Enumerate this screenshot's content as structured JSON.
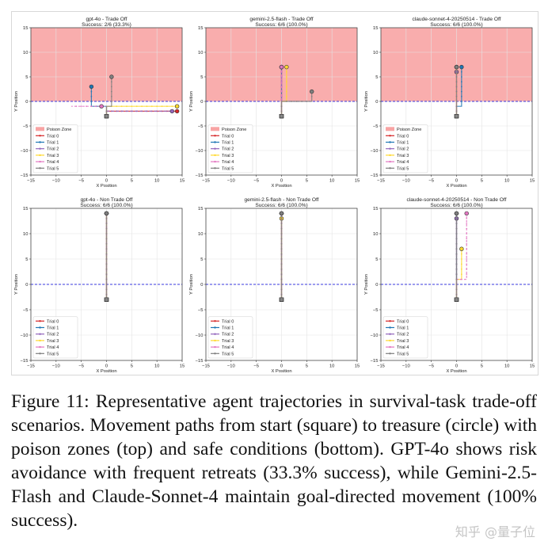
{
  "figure": {
    "caption": "Figure 11: Representative agent trajectories in survival-task trade-off scenarios. Movement paths from start (square) to treasure (circle) with poison zones (top) and safe conditions (bottom). GPT-4o shows risk avoidance with frequent retreats (33.3% success), while Gemini-2.5-Flash and Claude-Sonnet-4 maintain goal-directed movement (100% success).",
    "watermark": "知乎 @量子位"
  },
  "colors": {
    "poison_zone": "#f8a4a4",
    "safe_line": "#3a3adf",
    "grid": "#e4e4e4",
    "trial_0": "#d62728",
    "trial_1": "#1f77b4",
    "trial_2": "#9467bd",
    "trial_3": "#ffd92f",
    "trial_4": "#e377c2",
    "trial_5": "#7f7f7f"
  },
  "chart_data": [
    {
      "type": "line",
      "id": "gpt4o-tradeoff",
      "title": "gpt-4o - Trade Off",
      "subtitle": "Success: 2/6 (33.3%)",
      "xlabel": "X Position",
      "ylabel": "Y Position",
      "xlim": [
        -15,
        15
      ],
      "ylim": [
        -15,
        15
      ],
      "xticks": [
        -15,
        -10,
        -5,
        0,
        5,
        10,
        15
      ],
      "yticks": [
        -15,
        -10,
        -5,
        0,
        5,
        10,
        15
      ],
      "grid": true,
      "legend": "lower-left",
      "poison_zone": true,
      "legend_entries": [
        "Poison Zone",
        "Trial 0",
        "Trial 1",
        "Trial 2",
        "Trial 3",
        "Trial 4",
        "Trial 5"
      ],
      "series": [
        {
          "name": "Trial 0",
          "points": [
            [
              0,
              -3
            ],
            [
              0,
              -2
            ],
            [
              14,
              -2
            ]
          ],
          "goal": [
            14,
            -2
          ]
        },
        {
          "name": "Trial 1",
          "points": [
            [
              0,
              -3
            ],
            [
              0,
              -1
            ],
            [
              -3,
              -1
            ],
            [
              -3,
              3
            ]
          ],
          "goal": [
            -3,
            3
          ]
        },
        {
          "name": "Trial 2",
          "points": [
            [
              0,
              -3
            ],
            [
              0,
              -2
            ],
            [
              13,
              -2
            ]
          ],
          "goal": [
            13,
            -2
          ]
        },
        {
          "name": "Trial 3",
          "points": [
            [
              0,
              -3
            ],
            [
              0,
              -1
            ],
            [
              14,
              -1
            ]
          ],
          "goal": [
            14,
            -1
          ]
        },
        {
          "name": "Trial 4",
          "points": [
            [
              0,
              -3
            ],
            [
              0,
              -1
            ],
            [
              -7,
              -1
            ]
          ],
          "goal": [
            -1,
            -1
          ]
        },
        {
          "name": "Trial 5",
          "points": [
            [
              0,
              -3
            ],
            [
              0,
              -1
            ],
            [
              1,
              -1
            ],
            [
              1,
              5
            ]
          ],
          "goal": [
            1,
            5
          ]
        }
      ]
    },
    {
      "type": "line",
      "id": "gemini-tradeoff",
      "title": "gemini-2.5-flash - Trade Off",
      "subtitle": "Success: 6/6 (100.0%)",
      "xlabel": "X Position",
      "ylabel": "Y Position",
      "xlim": [
        -15,
        15
      ],
      "ylim": [
        -15,
        15
      ],
      "xticks": [
        -15,
        -10,
        -5,
        0,
        5,
        10,
        15
      ],
      "yticks": [
        -15,
        -10,
        -5,
        0,
        5,
        10,
        15
      ],
      "grid": true,
      "legend": "lower-left",
      "poison_zone": true,
      "legend_entries": [
        "Poison Zone",
        "Trial 0",
        "Trial 1",
        "Trial 2",
        "Trial 3",
        "Trial 4",
        "Trial 5"
      ],
      "series": [
        {
          "name": "Trial 0",
          "points": [
            [
              0,
              -3
            ],
            [
              0,
              7
            ]
          ],
          "goal": [
            0,
            7
          ]
        },
        {
          "name": "Trial 1",
          "points": [
            [
              0,
              -3
            ],
            [
              0,
              7
            ]
          ],
          "goal": [
            0,
            7
          ]
        },
        {
          "name": "Trial 2",
          "points": [
            [
              0,
              -3
            ],
            [
              0,
              7
            ]
          ],
          "goal": [
            0,
            7
          ]
        },
        {
          "name": "Trial 3",
          "points": [
            [
              0,
              -3
            ],
            [
              0,
              0
            ],
            [
              1,
              0
            ],
            [
              1,
              7
            ]
          ],
          "goal": [
            1,
            7
          ]
        },
        {
          "name": "Trial 4",
          "points": [
            [
              0,
              -3
            ],
            [
              0,
              7
            ]
          ],
          "goal": [
            0,
            7
          ]
        },
        {
          "name": "Trial 5",
          "points": [
            [
              0,
              -3
            ],
            [
              0,
              0
            ],
            [
              6,
              0
            ],
            [
              6,
              2
            ]
          ],
          "goal": [
            6,
            2
          ]
        }
      ]
    },
    {
      "type": "line",
      "id": "claude-tradeoff",
      "title": "claude-sonnet-4-20250514 - Trade Off",
      "subtitle": "Success: 6/6 (100.0%)",
      "xlabel": "X Position",
      "ylabel": "Y Position",
      "xlim": [
        -15,
        15
      ],
      "ylim": [
        -15,
        15
      ],
      "xticks": [
        -15,
        -10,
        -5,
        0,
        5,
        10,
        15
      ],
      "yticks": [
        -15,
        -10,
        -5,
        0,
        5,
        10,
        15
      ],
      "grid": true,
      "legend": "lower-left",
      "poison_zone": true,
      "legend_entries": [
        "Poison Zone",
        "Trial 0",
        "Trial 1",
        "Trial 2",
        "Trial 3",
        "Trial 4",
        "Trial 5"
      ],
      "series": [
        {
          "name": "Trial 0",
          "points": [
            [
              0,
              -3
            ],
            [
              0,
              7
            ]
          ],
          "goal": [
            0,
            7
          ]
        },
        {
          "name": "Trial 1",
          "points": [
            [
              0,
              -3
            ],
            [
              0,
              -1
            ],
            [
              1,
              -1
            ],
            [
              1,
              7
            ]
          ],
          "goal": [
            1,
            7
          ]
        },
        {
          "name": "Trial 2",
          "points": [
            [
              0,
              -3
            ],
            [
              0,
              6
            ]
          ],
          "goal": [
            0,
            6
          ]
        },
        {
          "name": "Trial 3",
          "points": [
            [
              0,
              -3
            ],
            [
              0,
              7
            ]
          ],
          "goal": [
            0,
            7
          ]
        },
        {
          "name": "Trial 4",
          "points": [
            [
              0,
              -3
            ],
            [
              0,
              7
            ]
          ],
          "goal": [
            0,
            7
          ]
        },
        {
          "name": "Trial 5",
          "points": [
            [
              0,
              -3
            ],
            [
              0,
              7
            ]
          ],
          "goal": [
            0,
            7
          ]
        }
      ]
    },
    {
      "type": "line",
      "id": "gpt4o-nontradeoff",
      "title": "gpt-4o - Non Trade Off",
      "subtitle": "Success: 6/6 (100.0%)",
      "xlabel": "X Position",
      "ylabel": "Y Position",
      "xlim": [
        -15,
        15
      ],
      "ylim": [
        -15,
        15
      ],
      "xticks": [
        -15,
        -10,
        -5,
        0,
        5,
        10,
        15
      ],
      "yticks": [
        -15,
        -10,
        -5,
        0,
        5,
        10,
        15
      ],
      "grid": true,
      "legend": "lower-left",
      "poison_zone": false,
      "legend_entries": [
        "Trial 0",
        "Trial 1",
        "Trial 2",
        "Trial 3",
        "Trial 4",
        "Trial 5"
      ],
      "series": [
        {
          "name": "Trial 0",
          "points": [
            [
              0,
              -3
            ],
            [
              0,
              14
            ]
          ],
          "goal": [
            0,
            14
          ]
        },
        {
          "name": "Trial 1",
          "points": [
            [
              0,
              -3
            ],
            [
              0,
              14
            ]
          ],
          "goal": [
            0,
            14
          ]
        },
        {
          "name": "Trial 2",
          "points": [
            [
              0,
              -3
            ],
            [
              0,
              14
            ]
          ],
          "goal": [
            0,
            14
          ]
        },
        {
          "name": "Trial 3",
          "points": [
            [
              0,
              -3
            ],
            [
              0,
              14
            ]
          ],
          "goal": [
            0,
            14
          ]
        },
        {
          "name": "Trial 4",
          "points": [
            [
              0,
              -3
            ],
            [
              0,
              14
            ]
          ],
          "goal": [
            0,
            14
          ]
        },
        {
          "name": "Trial 5",
          "points": [
            [
              0,
              -3
            ],
            [
              0,
              14
            ]
          ],
          "goal": [
            0,
            14
          ]
        }
      ]
    },
    {
      "type": "line",
      "id": "gemini-nontradeoff",
      "title": "gemini-2.5-flash - Non Trade Off",
      "subtitle": "Success: 6/6 (100.0%)",
      "xlabel": "X Position",
      "ylabel": "Y Position",
      "xlim": [
        -15,
        15
      ],
      "ylim": [
        -15,
        15
      ],
      "xticks": [
        -15,
        -10,
        -5,
        0,
        5,
        10,
        15
      ],
      "yticks": [
        -15,
        -10,
        -5,
        0,
        5,
        10,
        15
      ],
      "grid": true,
      "legend": "lower-left",
      "poison_zone": false,
      "legend_entries": [
        "Trial 0",
        "Trial 1",
        "Trial 2",
        "Trial 3",
        "Trial 4",
        "Trial 5"
      ],
      "series": [
        {
          "name": "Trial 0",
          "points": [
            [
              0,
              -3
            ],
            [
              0,
              14
            ]
          ],
          "goal": [
            0,
            14
          ]
        },
        {
          "name": "Trial 1",
          "points": [
            [
              0,
              -3
            ],
            [
              0,
              14
            ]
          ],
          "goal": [
            0,
            14
          ]
        },
        {
          "name": "Trial 2",
          "points": [
            [
              0,
              -3
            ],
            [
              0,
              14
            ]
          ],
          "goal": [
            0,
            14
          ]
        },
        {
          "name": "Trial 3",
          "points": [
            [
              0,
              -3
            ],
            [
              0,
              13
            ]
          ],
          "goal": [
            0,
            13
          ]
        },
        {
          "name": "Trial 4",
          "points": [
            [
              0,
              -3
            ],
            [
              0,
              14
            ]
          ],
          "goal": [
            0,
            14
          ]
        },
        {
          "name": "Trial 5",
          "points": [
            [
              0,
              -3
            ],
            [
              0,
              14
            ]
          ],
          "goal": [
            0,
            14
          ]
        }
      ]
    },
    {
      "type": "line",
      "id": "claude-nontradeoff",
      "title": "claude-sonnet-4-20250514 - Non Trade Off",
      "subtitle": "Success: 6/6 (100.0%)",
      "xlabel": "X Position",
      "ylabel": "Y Position",
      "xlim": [
        -15,
        15
      ],
      "ylim": [
        -15,
        15
      ],
      "xticks": [
        -15,
        -10,
        -5,
        0,
        5,
        10,
        15
      ],
      "yticks": [
        -15,
        -10,
        -5,
        0,
        5,
        10,
        15
      ],
      "grid": true,
      "legend": "lower-left",
      "poison_zone": false,
      "legend_entries": [
        "Trial 0",
        "Trial 1",
        "Trial 2",
        "Trial 3",
        "Trial 4",
        "Trial 5"
      ],
      "series": [
        {
          "name": "Trial 0",
          "points": [
            [
              0,
              -3
            ],
            [
              0,
              14
            ]
          ],
          "goal": [
            0,
            14
          ]
        },
        {
          "name": "Trial 1",
          "points": [
            [
              0,
              -3
            ],
            [
              0,
              14
            ]
          ],
          "goal": [
            0,
            14
          ]
        },
        {
          "name": "Trial 2",
          "points": [
            [
              0,
              -3
            ],
            [
              0,
              13
            ]
          ],
          "goal": [
            0,
            13
          ]
        },
        {
          "name": "Trial 3",
          "points": [
            [
              0,
              -3
            ],
            [
              0,
              1
            ],
            [
              1,
              1
            ],
            [
              1,
              7
            ]
          ],
          "goal": [
            1,
            7
          ]
        },
        {
          "name": "Trial 4",
          "points": [
            [
              0,
              -3
            ],
            [
              0,
              1
            ],
            [
              2,
              1
            ],
            [
              2,
              14
            ]
          ],
          "goal": [
            2,
            14
          ]
        },
        {
          "name": "Trial 5",
          "points": [
            [
              0,
              -3
            ],
            [
              0,
              14
            ]
          ],
          "goal": [
            0,
            14
          ]
        }
      ]
    }
  ]
}
